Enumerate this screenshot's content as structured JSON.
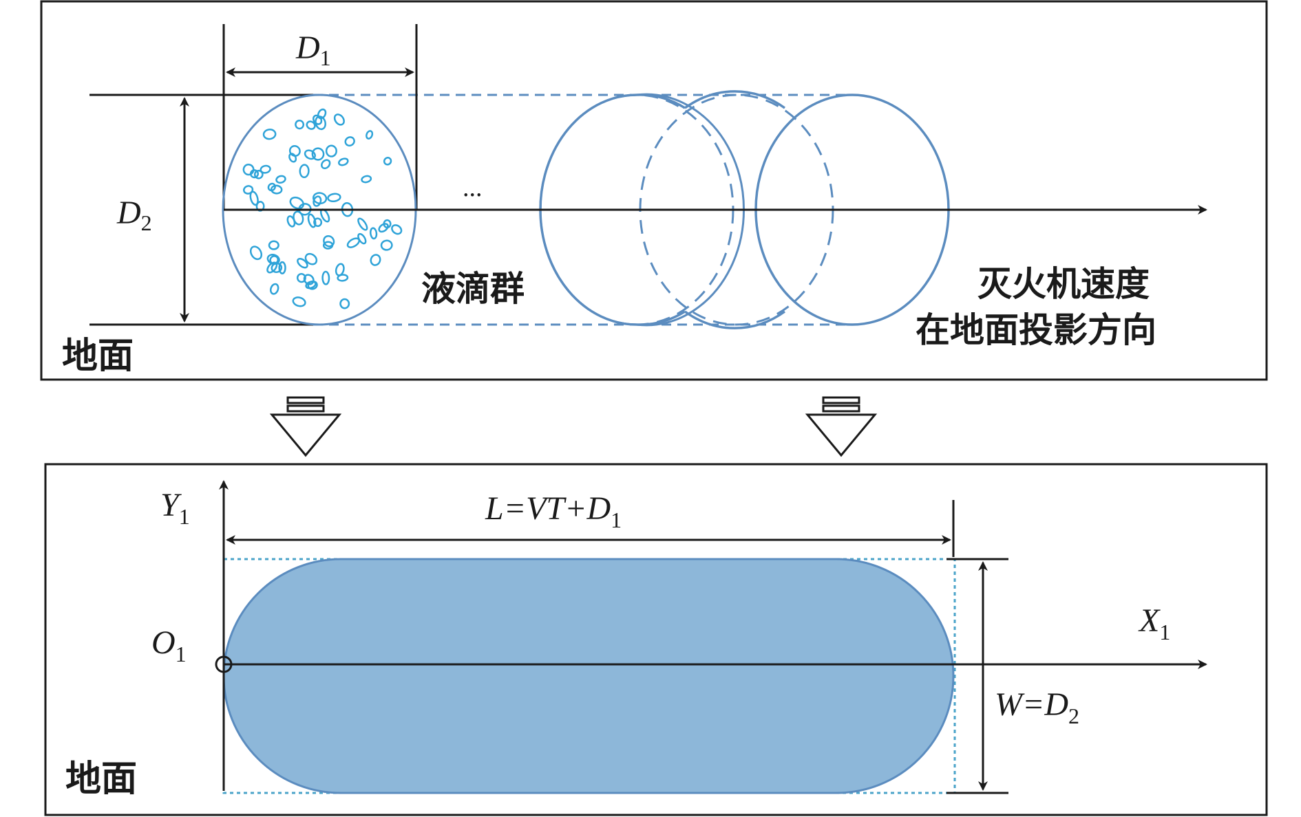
{
  "top_panel": {
    "d1_main": "D",
    "d1_sub": "1",
    "d2_main": "D",
    "d2_sub": "2",
    "ellipsis": "...",
    "droplet_label": "液滴群",
    "velocity_label_line1": "灭火机速度",
    "velocity_label_line2": "在地面投影方向",
    "ground_label": "地面"
  },
  "bottom_panel": {
    "y_axis_main": "Y",
    "y_axis_sub": "1",
    "x_axis_main": "X",
    "x_axis_sub": "1",
    "origin_main": "O",
    "origin_sub": "1",
    "length_formula_main": "L=VT+D",
    "length_formula_sub": "1",
    "width_formula_main": "W=D",
    "width_formula_sub": "2",
    "ground_label": "地面"
  },
  "colors": {
    "line": "#1a1a1a",
    "ellipse_stroke": "#5b8cbf",
    "droplet_stroke": "#2ea3d8",
    "fill_area": "#8db7d9",
    "dotted_box": "#4aa3c9"
  }
}
